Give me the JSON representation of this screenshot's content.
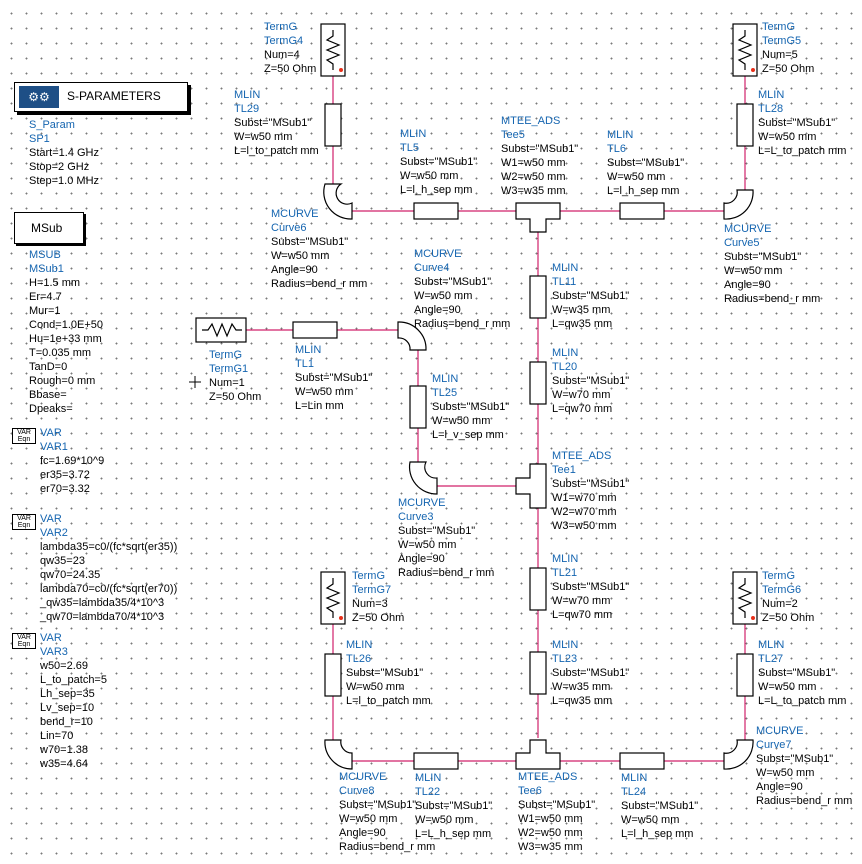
{
  "sparam_block": {
    "title": "S-PARAMETERS",
    "icon": "sparam-icon",
    "lines": [
      "S_Param",
      "SP1",
      "Start=1.4 GHz",
      "Stop=2 GHz",
      "Step=1.0 MHz"
    ]
  },
  "msub_block": {
    "title": "MSub",
    "lines": [
      "MSUB",
      "MSub1",
      "H=1.5 mm",
      "Er=4.7",
      "Mur=1",
      "Cond=1.0E+50",
      "Hu=1e+33 mm",
      "T=0.035 mm",
      "TanD=0",
      "Rough=0 mm",
      "Bbase=",
      "Dpeaks="
    ]
  },
  "var_icon_text": "VAR Eqn",
  "var1": [
    "VAR",
    "VAR1",
    "fc=1.69*10^9",
    "er35=3.72",
    "er70=3.32"
  ],
  "var2": [
    "VAR",
    "VAR2",
    "lambda35=c0/(fc*sqrt(er35))",
    "qw35=23",
    "qw70=24.35",
    "lambda70=c0/(fc*sqrt(er70))",
    "_qw35=lambda35/4*10^3",
    "_qw70=lambda70/4*10^3"
  ],
  "var3": [
    "VAR",
    "VAR3",
    "w50=2.69",
    "L_to_patch=5",
    "Lh_sep=35",
    "Lv_sep=10",
    "bend_r=10",
    "Lin=70",
    "w70=1.38",
    "w35=4.64"
  ],
  "components": {
    "termg4": [
      "TermG",
      "TermG4",
      "Num=4",
      "Z=50 Ohm"
    ],
    "termg5": [
      "TermG",
      "TermG5",
      "Num=5",
      "Z=50 Ohm"
    ],
    "termg1": [
      "TermG",
      "TermG1",
      "Num=1",
      "Z=50 Ohm"
    ],
    "termg7": [
      "TermG",
      "TermG7",
      "Num=3",
      "Z=50 Ohm"
    ],
    "termg6": [
      "TermG",
      "TermG6",
      "Num=2",
      "Z=50 Ohm"
    ],
    "tl29": [
      "MLIN",
      "TL29",
      "Subst=\"MSub1\"",
      "W=w50 mm",
      "L=l_to_patch mm"
    ],
    "tl28": [
      "MLIN",
      "TL28",
      "Subst=\"MSub1\"",
      "W=w50 mm",
      "L=L_to_patch mm"
    ],
    "tl5": [
      "MLIN",
      "TL5",
      "Subst=\"MSub1\"",
      "W=w50 mm",
      "L=l_h_sep mm"
    ],
    "tl6": [
      "MLIN",
      "TL6",
      "Subst=\"MSub1\"",
      "W=w50 mm",
      "L=l_h_sep mm"
    ],
    "tee5": [
      "MTEE_ADS",
      "Tee5",
      "Subst=\"MSub1\"",
      "W1=w50 mm",
      "W2=w50 mm",
      "W3=w35 mm"
    ],
    "curve6": [
      "MCURVE",
      "Curve6",
      "Subst=\"MSub1\"",
      "W=w50 mm",
      "Angle=90",
      "Radius=bend_r mm"
    ],
    "curve5": [
      "MCURVE",
      "Curve5",
      "Subst=\"MSub1\"",
      "W=w50 mm",
      "Angle=90",
      "Radius=bend_r mm"
    ],
    "curve4": [
      "MCURVE",
      "Curve4",
      "Subst=\"MSub1\"",
      "W=w50 mm",
      "Angle=90",
      "Radius=bend_r mm"
    ],
    "tl11": [
      "MLIN",
      "TL11",
      "Subst=\"MSub1\"",
      "W=w35 mm",
      "L=qw35 mm"
    ],
    "tl1": [
      "MLIN",
      "TL1",
      "Subst=\"MSub1\"",
      "W=w50 mm",
      "L=Lin mm"
    ],
    "tl20": [
      "MLIN",
      "TL20",
      "Subst=\"MSub1\"",
      "W=w70 mm",
      "L=qw70 mm"
    ],
    "tl25": [
      "MLIN",
      "TL25",
      "Subst=\"MSub1\"",
      "W=w50 mm",
      "L=l_v_sep mm"
    ],
    "tee1": [
      "MTEE_ADS",
      "Tee1",
      "Subst=\"MSub1\"",
      "W1=w70 mm",
      "W2=w70 mm",
      "W3=w50 mm"
    ],
    "curve3": [
      "MCURVE",
      "Curve3",
      "Subst=\"MSub1\"",
      "W=w50 mm",
      "Angle=90",
      "Radius=bend_r mm"
    ],
    "tl21": [
      "MLIN",
      "TL21",
      "Subst=\"MSub1\"",
      "W=w70 mm",
      "L=qw70 mm"
    ],
    "tl26": [
      "MLIN",
      "TL26",
      "Subst=\"MSub1\"",
      "W=w50 mm",
      "L=l_to_patch mm"
    ],
    "tl23": [
      "MLIN",
      "TL23",
      "Subst=\"MSub1\"",
      "W=w35 mm",
      "L=qw35 mm"
    ],
    "tl27": [
      "MLIN",
      "TL27",
      "Subst=\"MSub1\"",
      "W=w50 mm",
      "L=L_to_patch mm"
    ],
    "curve7": [
      "MCURVE",
      "Curve7",
      "Subst=\"MSub1\"",
      "W=w50 mm",
      "Angle=90",
      "Radius=bend_r mm"
    ],
    "curve8": [
      "MCURVE",
      "Curve8",
      "Subst=\"MSub1\"",
      "W=w50 mm",
      "Angle=90",
      "Radius=bend_r mm"
    ],
    "tl22": [
      "MLIN",
      "TL22",
      "Subst=\"MSub1\"",
      "W=w50 mm",
      "L=L_h_sep mm"
    ],
    "tee6": [
      "MTEE_ADS",
      "Tee6",
      "Subst=\"MSub1\"",
      "W1=w50 mm",
      "W2=w50 mm",
      "W3=w35 mm"
    ],
    "tl24": [
      "MLIN",
      "TL24",
      "Subst=\"MSub1\"",
      "W=w50 mm",
      "L=l_h_sep mm"
    ]
  },
  "colors": {
    "wire": "#d0206a",
    "label_name": "#1565b0",
    "port_dot": "#e8301a",
    "grid_dot": "#7a7a7a"
  }
}
